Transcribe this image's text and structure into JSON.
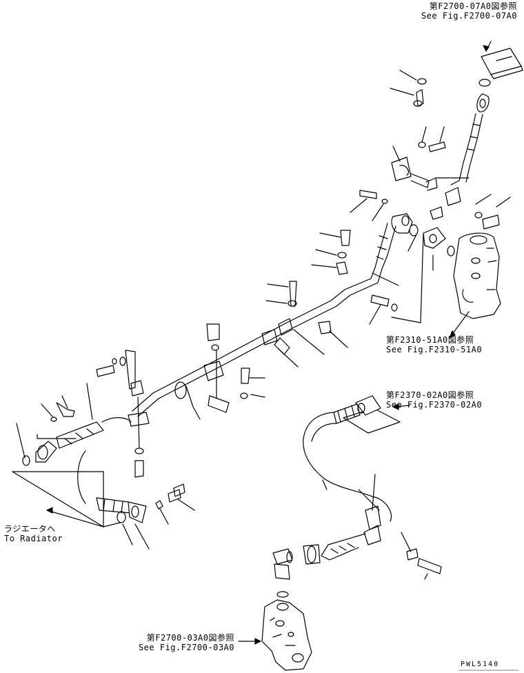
{
  "references": {
    "top": {
      "jp": "第F2700-07A0図参照",
      "en": "See Fig.F2700-07A0"
    },
    "mid_right": {
      "jp": "第F2310-51A0図参照",
      "en": "See Fig.F2310-51A0"
    },
    "far_right": {
      "jp": "第F2370-02A0図参照",
      "en": "See Fig.F2370-02A0"
    },
    "bottom": {
      "jp": "第F2700-03A0図参照",
      "en": "See Fig.F2700-03A0"
    }
  },
  "radiator": {
    "jp": "ラジエータへ",
    "en": "To Radiator"
  },
  "drawing_code": "PWL5140",
  "colors": {
    "line": "#000000",
    "background": "#ffffff"
  }
}
